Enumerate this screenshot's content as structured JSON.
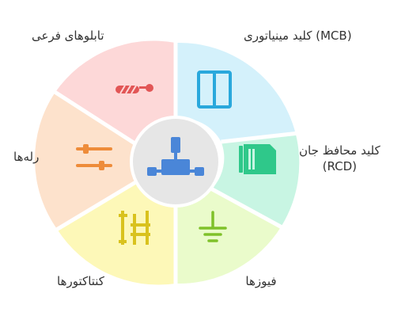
{
  "segments": [
    {
      "id": "mcb",
      "label": "کلید مینیاتوری (MCB)",
      "fill": "#d4f1fb",
      "icon_name": "miniature-circuit-breaker-icon",
      "icon_color": "#29a8dc"
    },
    {
      "id": "rcd",
      "label_line1": "کلید محافظ جان",
      "label_line2": "(RCD)",
      "fill": "#c8f5e3",
      "icon_name": "residual-current-device-icon",
      "icon_color": "#2fc88a"
    },
    {
      "id": "fuses",
      "label": "فیوزها",
      "fill": "#eafbcb",
      "icon_name": "ground-icon",
      "icon_color": "#7fc12a"
    },
    {
      "id": "contactors",
      "label": "کنتاکتورها",
      "fill": "#fdf8b8",
      "icon_name": "contactor-icon",
      "icon_color": "#d9c21e"
    },
    {
      "id": "relays",
      "label": "رله‌ها",
      "fill": "#fde2cc",
      "icon_name": "relay-sliders-icon",
      "icon_color": "#ee8c3a"
    },
    {
      "id": "sub-panels",
      "label": "تابلوهای فرعی",
      "fill": "#fdd8d8",
      "icon_name": "sub-panel-wiring-icon",
      "icon_color": "#e25656"
    }
  ],
  "center": {
    "fill": "#e6e6e6",
    "icon_name": "hierarchy-network-icon",
    "icon_color": "#4a86d8"
  }
}
